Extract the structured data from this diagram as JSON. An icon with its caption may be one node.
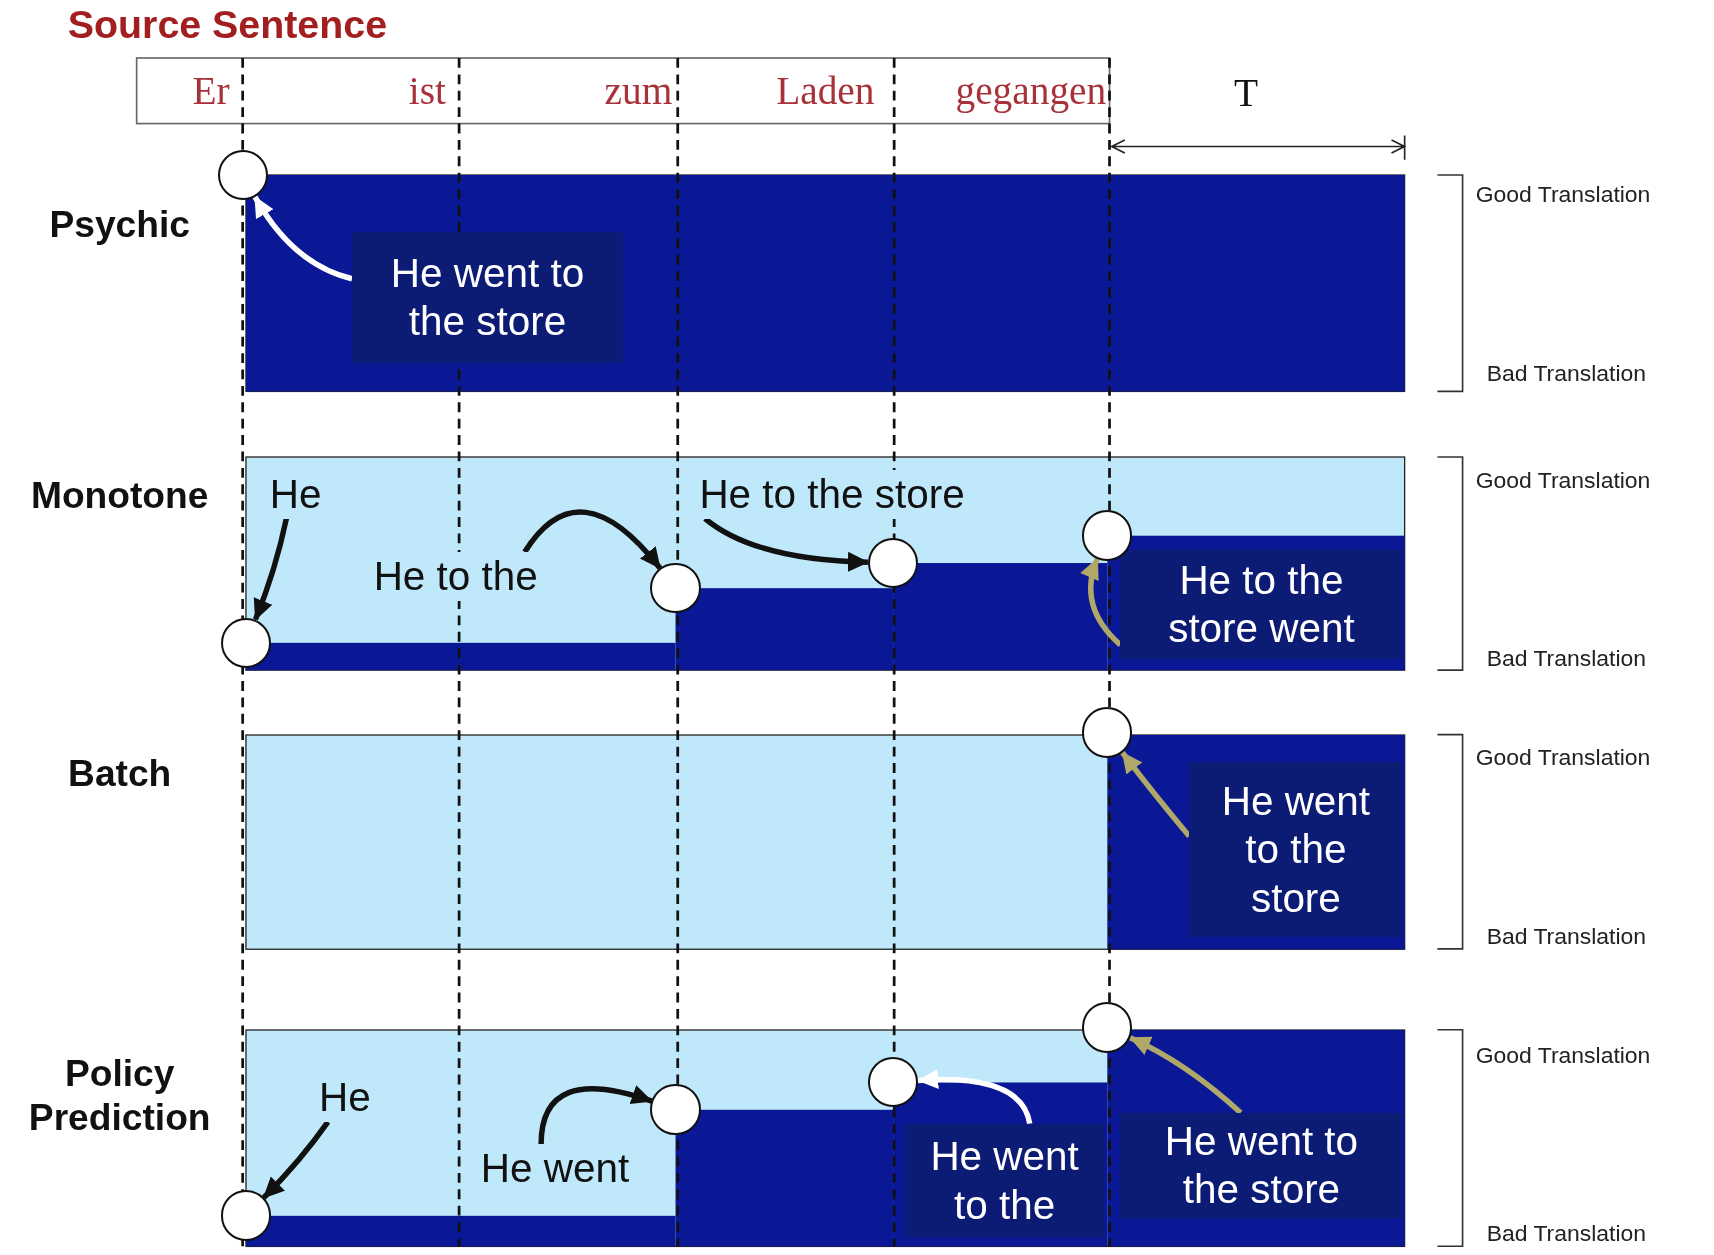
{
  "diagram": {
    "title": "Source Sentence",
    "nodes": [
      {
        "text": [
          "Psychic"
        ]
      },
      {
        "text": [
          "He went to the store"
        ],
        "in": 0
      },
      {
        "text": [],
        "shape": "circle"
      },
      {
        "text": [
          "Monotone"
        ]
      },
      {
        "text": [
          "He"
        ],
        "in": 3
      },
      {
        "text": [
          "He to the"
        ],
        "in": 3
      },
      {
        "text": [
          "He to the store"
        ],
        "in": 3
      },
      {
        "text": [
          "He to the store went"
        ],
        "in": 3
      },
      {
        "text": [],
        "shape": "circle"
      },
      {
        "text": [],
        "shape": "circle",
        "in": 3
      },
      {
        "text": [],
        "shape": "circle",
        "in": 3
      },
      {
        "text": [],
        "shape": "circle",
        "in": 3
      },
      {
        "text": [
          "Batch"
        ]
      },
      {
        "text": [
          "He went to the store"
        ],
        "in": 12
      },
      {
        "text": [],
        "shape": "circle"
      },
      {
        "text": [
          "Policy Prediction"
        ]
      },
      {
        "text": [
          "He"
        ],
        "in": 15
      },
      {
        "text": [
          "He went"
        ],
        "in": 15
      },
      {
        "text": [
          "He went to the"
        ],
        "in": 15
      },
      {
        "text": [
          "He went to the store"
        ],
        "in": 15
      },
      {
        "text": [],
        "shape": "circle"
      },
      {
        "text": [],
        "shape": "circle",
        "in": 15
      },
      {
        "text": [],
        "shape": "circle",
        "in": 15
      },
      {
        "text": [],
        "shape": "circle"
      }
    ],
    "edges": [
      {
        "from": 1,
        "to": 2,
        "arrow": "to",
        "color": "#ffffff"
      },
      {
        "from": 4,
        "to": 8,
        "arrow": "to"
      },
      {
        "from": 5,
        "to": 9,
        "arrow": "to"
      },
      {
        "from": 6,
        "to": 10,
        "arrow": "to"
      },
      {
        "from": 7,
        "to": 11,
        "arrow": "to",
        "color": "#b0a868"
      },
      {
        "from": 13,
        "to": 14,
        "arrow": "to",
        "color": "#b0a868"
      },
      {
        "from": 16,
        "to": 20,
        "arrow": "to"
      },
      {
        "from": 17,
        "to": 21,
        "arrow": "to"
      },
      {
        "from": 18,
        "to": 22,
        "arrow": "to",
        "color": "#ffffff"
      },
      {
        "from": 19,
        "to": 23,
        "arrow": "to",
        "color": "#b0a868"
      }
    ],
    "labels": [
      "Er",
      "ist",
      "zum",
      "Laden",
      "gegangen",
      "T",
      "Good Translation",
      "Bad Translation",
      "Good Translation",
      "Bad Translation",
      "Good Translation",
      "Bad Translation",
      "Good Translation",
      "Bad Translation"
    ]
  }
}
